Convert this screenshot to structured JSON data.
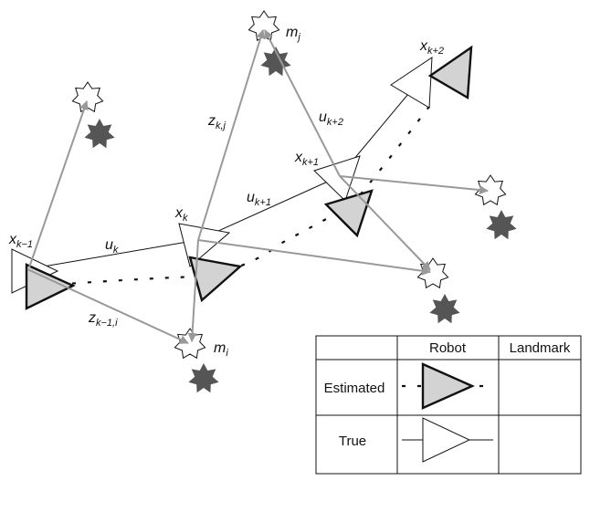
{
  "labels": {
    "x_km1": {
      "main": "x",
      "sub": "k−1"
    },
    "x_k": {
      "main": "x",
      "sub": "k"
    },
    "x_kp1": {
      "main": "x",
      "sub": "k+1"
    },
    "x_kp2": {
      "main": "x",
      "sub": "k+2"
    },
    "u_k": {
      "main": "u",
      "sub": "k"
    },
    "u_kp1": {
      "main": "u",
      "sub": "k+1"
    },
    "u_kp2": {
      "main": "u",
      "sub": "k+2"
    },
    "z_km1_i": {
      "main": "z",
      "sub": "k−1,i"
    },
    "z_k_j": {
      "main": "z",
      "sub": "k,j"
    },
    "m_i": {
      "main": "m",
      "sub": "i"
    },
    "m_j": {
      "main": "m",
      "sub": "j"
    }
  },
  "legend": {
    "col_robot": "Robot",
    "col_landmark": "Landmark",
    "row_estimated": "Estimated",
    "row_true": "True"
  },
  "colors": {
    "observation": "#999999",
    "estimated_fill": "#d3d3d3",
    "estimated_landmark": "#555555"
  }
}
